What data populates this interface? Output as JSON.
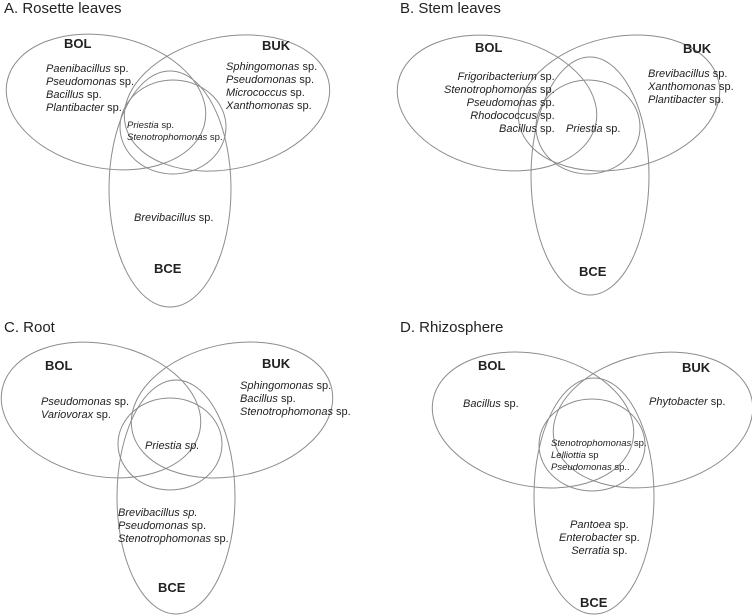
{
  "panels": [
    {
      "title": "A. Rosette leaves",
      "sets": {
        "bol": "BOL",
        "buk": "BUK",
        "bce": "BCE"
      },
      "groups": [
        {
          "items": [
            [
              "Paenibacillus",
              " sp."
            ],
            [
              "Pseudomonas",
              " sp."
            ],
            [
              "Bacillus",
              " sp."
            ],
            [
              "Plantibacter",
              " sp."
            ]
          ]
        },
        {
          "items": [
            [
              "Sphingomonas",
              " sp."
            ],
            [
              "Pseudomonas",
              " sp."
            ],
            [
              "Micrococcus",
              " sp."
            ],
            [
              "Xanthomonas",
              " sp."
            ]
          ]
        },
        {
          "items": [
            [
              "Priestia",
              " sp."
            ],
            [
              "Stenotrophomonas",
              " sp."
            ]
          ]
        },
        {
          "items": [
            [
              "Brevibacillus",
              " sp."
            ]
          ]
        }
      ]
    },
    {
      "title": "B. Stem leaves",
      "sets": {
        "bol": "BOL",
        "buk": "BUK",
        "bce": "BCE"
      },
      "groups": [
        {
          "items": [
            [
              "Frigoribacterium",
              " sp."
            ],
            [
              "Stenotrophomonas",
              " sp."
            ],
            [
              "Pseudomonas",
              " sp."
            ],
            [
              "Rhodococcus",
              " sp."
            ],
            [
              "Bacillus",
              " sp."
            ]
          ]
        },
        {
          "items": [
            [
              "Brevibacillus",
              " sp."
            ],
            [
              "Xanthomonas",
              " sp."
            ],
            [
              "Plantibacter",
              " sp."
            ]
          ]
        },
        {
          "items": [
            [
              "Priestia",
              " sp."
            ]
          ]
        }
      ]
    },
    {
      "title": "C. Root",
      "sets": {
        "bol": "BOL",
        "buk": "BUK",
        "bce": "BCE"
      },
      "groups": [
        {
          "items": [
            [
              "Pseudomonas",
              " sp."
            ],
            [
              "Variovorax",
              " sp."
            ]
          ]
        },
        {
          "items": [
            [
              "Sphingomonas",
              " sp."
            ],
            [
              "Bacillus",
              " sp."
            ],
            [
              "Stenotrophomonas",
              " sp."
            ]
          ]
        },
        {
          "items": [
            [
              "Priestia sp.",
              ""
            ]
          ]
        },
        {
          "items": [
            [
              "Brevibacillus sp.",
              ""
            ],
            [
              "Pseudomonas",
              " sp."
            ],
            [
              "Stenotrophomonas",
              " sp."
            ]
          ]
        }
      ]
    },
    {
      "title": "D. Rhizosphere",
      "sets": {
        "bol": "BOL",
        "buk": "BUK",
        "bce": "BCE"
      },
      "groups": [
        {
          "items": [
            [
              "Bacillus",
              " sp."
            ]
          ]
        },
        {
          "items": [
            [
              "Phytobacter",
              " sp."
            ]
          ]
        },
        {
          "items": [
            [
              "Stenotrophomonas",
              " sp."
            ],
            [
              "Lelliottia",
              " sp"
            ],
            [
              "Pseudomonas",
              " sp.."
            ]
          ]
        },
        {
          "items": [
            [
              "Pantoea",
              " sp."
            ],
            [
              "Enterobacter",
              " sp."
            ],
            [
              "Serratia",
              " sp."
            ]
          ]
        }
      ]
    }
  ]
}
